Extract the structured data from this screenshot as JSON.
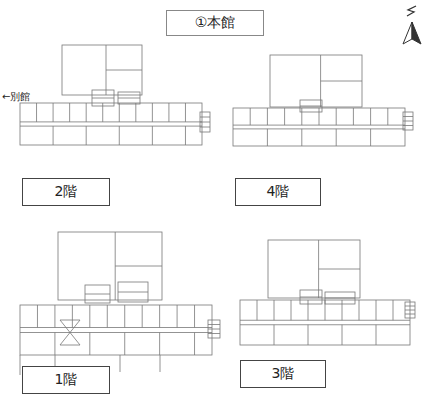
{
  "diagram": {
    "title": "①本館",
    "nodes": [
      {
        "text": [
          "2階"
        ]
      },
      {
        "text": [
          "4階"
        ]
      },
      {
        "text": [
          "1階"
        ]
      },
      {
        "text": [
          "3階"
        ]
      }
    ],
    "labels": [
      "←別館"
    ]
  }
}
